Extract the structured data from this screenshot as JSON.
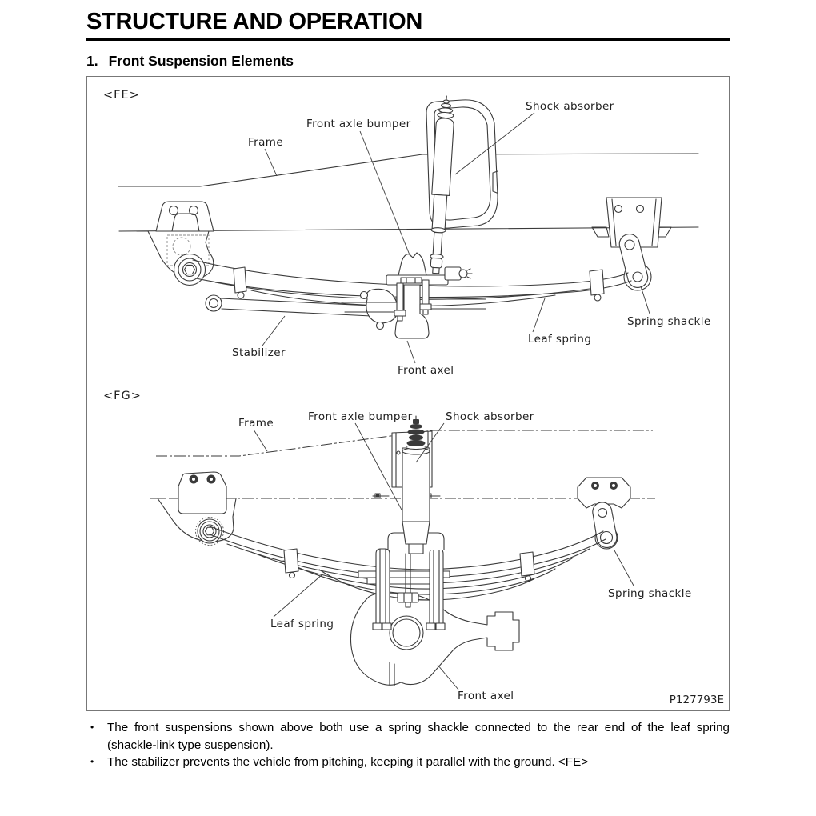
{
  "page_title": "STRUCTURE AND OPERATION",
  "section": {
    "number": "1.",
    "title": "Front Suspension Elements"
  },
  "figure": {
    "code": "P127793E",
    "fe": {
      "tag": "<FE>",
      "labels": {
        "frame": "Frame",
        "front_axle_bumper": "Front axle bumper",
        "shock_absorber": "Shock absorber",
        "spring_shackle": "Spring shackle",
        "leaf_spring": "Leaf spring",
        "stabilizer": "Stabilizer",
        "front_axel": "Front axel"
      }
    },
    "fg": {
      "tag": "<FG>",
      "labels": {
        "frame": "Frame",
        "front_axle_bumper": "Front axle bumper",
        "shock_absorber": "Shock absorber",
        "spring_shackle": "Spring shackle",
        "leaf_spring": "Leaf spring",
        "front_axel": "Front axel"
      }
    }
  },
  "notes": {
    "bullets": [
      "The front suspensions shown above both use a spring shackle connected to the rear end of the leaf spring (shackle-link type suspension).",
      "The stabilizer prevents the vehicle from pitching, keeping it parallel with the ground. <FE>"
    ]
  }
}
